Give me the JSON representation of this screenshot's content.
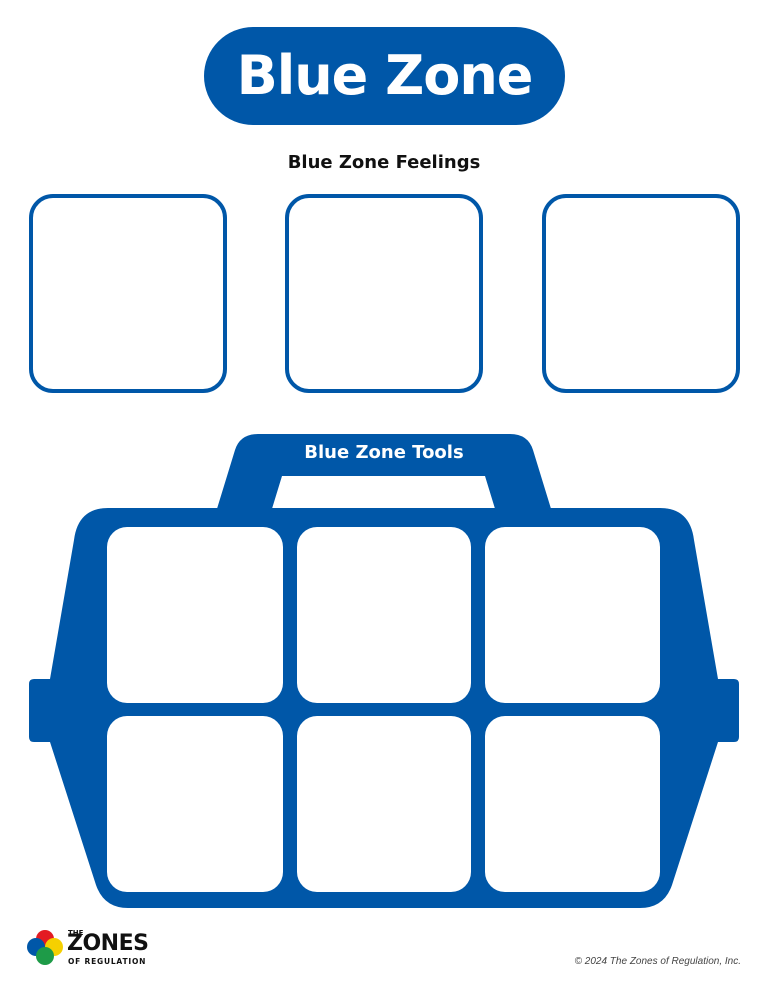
{
  "header": {
    "title": "Blue Zone"
  },
  "feelings": {
    "heading": "Blue Zone Feelings",
    "boxes": [
      {
        "value": ""
      },
      {
        "value": ""
      },
      {
        "value": ""
      }
    ]
  },
  "tools": {
    "heading": "Blue Zone Tools",
    "cells": [
      {
        "value": ""
      },
      {
        "value": ""
      },
      {
        "value": ""
      },
      {
        "value": ""
      },
      {
        "value": ""
      },
      {
        "value": ""
      }
    ]
  },
  "footer": {
    "logo_the": "THE",
    "logo_zones": "ZONES",
    "logo_sub": "OF REGULATION",
    "copyright": "© 2024 The Zones of Regulation, Inc."
  },
  "colors": {
    "brand_blue": "#0057A8",
    "logo_red": "#E31B23",
    "logo_yellow": "#F5D000",
    "logo_green": "#1E9B48",
    "logo_blue": "#0057A8"
  }
}
